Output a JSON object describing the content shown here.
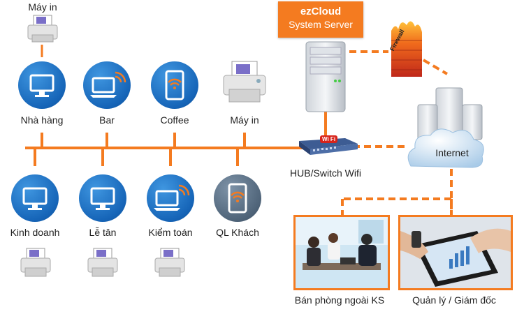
{
  "server": {
    "title_line1": "ezCloud",
    "title_line2": "System Server"
  },
  "firewall": {
    "label": "Firewall"
  },
  "hub": {
    "label": "HUB/Switch Wifi",
    "wifi_badge": "Wi Fi"
  },
  "internet": {
    "label": "Internet"
  },
  "top_printer": {
    "label": "Máy in"
  },
  "top_nodes": [
    {
      "label": "Nhà hàng",
      "icon": "monitor-icon"
    },
    {
      "label": "Bar",
      "icon": "laptop-wifi-icon"
    },
    {
      "label": "Coffee",
      "icon": "tablet-wifi-icon"
    },
    {
      "label": "Máy in",
      "icon": "printer-icon"
    }
  ],
  "bottom_nodes": [
    {
      "label": "Kinh doanh",
      "icon": "monitor-icon"
    },
    {
      "label": "Lễ tân",
      "icon": "monitor-icon"
    },
    {
      "label": "Kiểm toán",
      "icon": "laptop-wifi-icon"
    },
    {
      "label": "QL Khách",
      "icon": "tablet-wifi-icon"
    }
  ],
  "photos": [
    {
      "label": "Bán phòng ngoài KS"
    },
    {
      "label": "Quản lý / Giám đốc"
    }
  ],
  "colors": {
    "accent": "#f47b20",
    "node_blue": "#1a6fc4",
    "node_slate": "#5a6e83"
  }
}
